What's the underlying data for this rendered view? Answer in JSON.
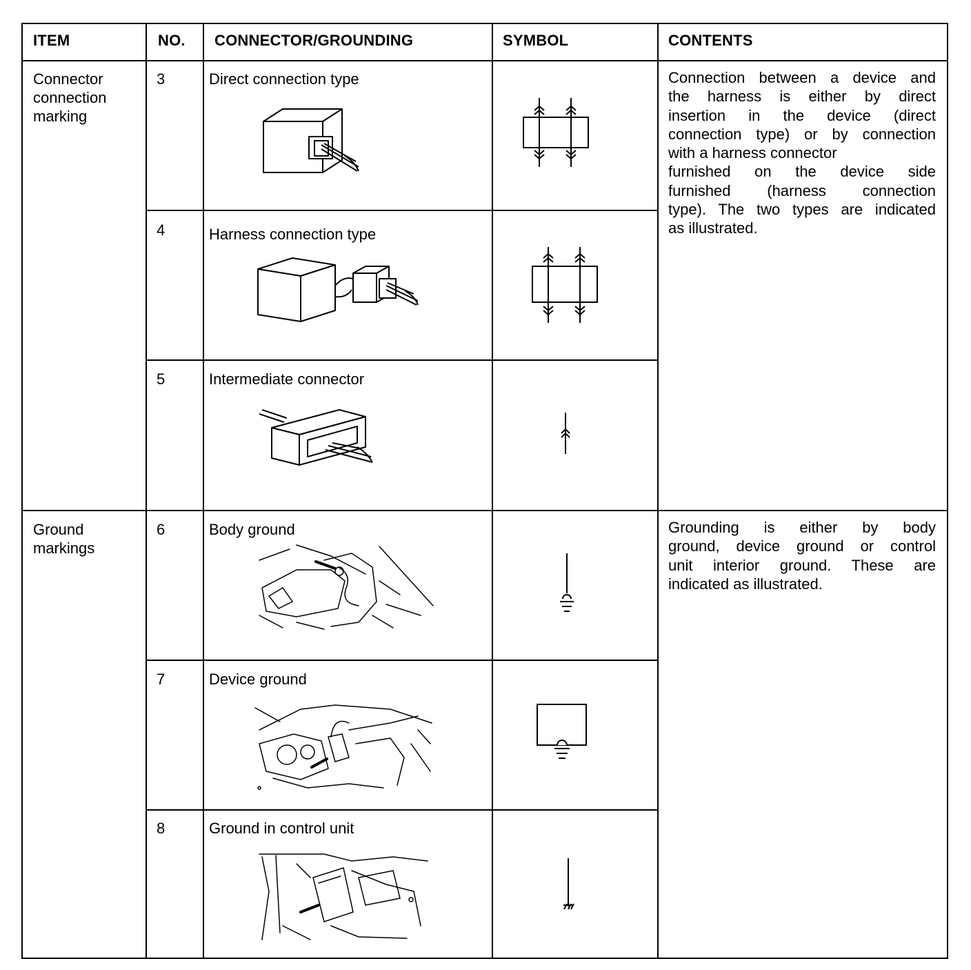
{
  "table": {
    "headers": {
      "item": "ITEM",
      "no": "NO.",
      "connector": "CONNECTOR/GROUNDING",
      "symbol": "SYMBOL",
      "contents": "CONTENTS"
    },
    "groups": [
      {
        "item": "Connector connection marking",
        "contents_lines": [
          "Connection between a device and",
          "the harness is either by direct",
          "insertion in the device (direct",
          "connection type) or by connection",
          "with a harness connector",
          "furnished on the device side",
          "furnished (harness connection",
          "type). The two types are indicated",
          "as illustrated."
        ],
        "rows": [
          {
            "no": "3",
            "name": "Direct connection type",
            "illustration": "direct-connection-box-illustration",
            "symbol": "direct-connection-symbol"
          },
          {
            "no": "4",
            "name": "Harness connection type",
            "illustration": "harness-connection-box-illustration",
            "symbol": "harness-connection-symbol"
          },
          {
            "no": "5",
            "name": "Intermediate connector",
            "illustration": "intermediate-connector-illustration",
            "symbol": "intermediate-connector-symbol"
          }
        ]
      },
      {
        "item": "Ground markings",
        "contents_lines": [
          "Grounding is either by body",
          "ground, device ground or control",
          "unit interior ground. These are",
          "indicated as illustrated."
        ],
        "rows": [
          {
            "no": "6",
            "name": "Body ground",
            "illustration": "body-ground-illustration",
            "symbol": "body-ground-symbol"
          },
          {
            "no": "7",
            "name": "Device ground",
            "illustration": "device-ground-illustration",
            "symbol": "device-ground-symbol"
          },
          {
            "no": "8",
            "name": "Ground in control unit",
            "illustration": "control-unit-ground-illustration",
            "symbol": "control-unit-ground-symbol"
          }
        ]
      }
    ]
  }
}
